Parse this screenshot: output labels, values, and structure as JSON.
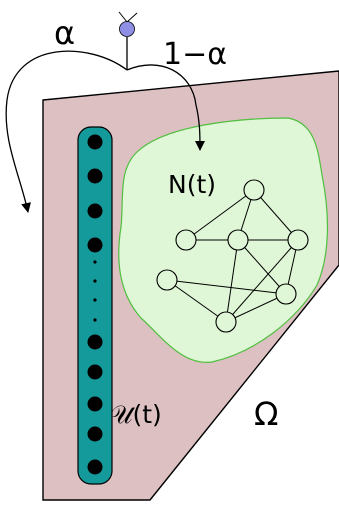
{
  "labels": {
    "alpha": "α",
    "one_minus_alpha": "1−α",
    "network": "N(t)",
    "unassigned": "𝒰(t)",
    "domain": "Ω"
  },
  "colors": {
    "domain_fill": "#dcc0c2",
    "network_fill": "#dff7d6",
    "network_border": "#4fbf3f",
    "bar_fill": "#159a9b",
    "source_fill": "#8f8fe6",
    "node_fill": "#dff7d6",
    "stroke": "#000000"
  },
  "icons": {
    "source": "incoming-agent-node"
  }
}
